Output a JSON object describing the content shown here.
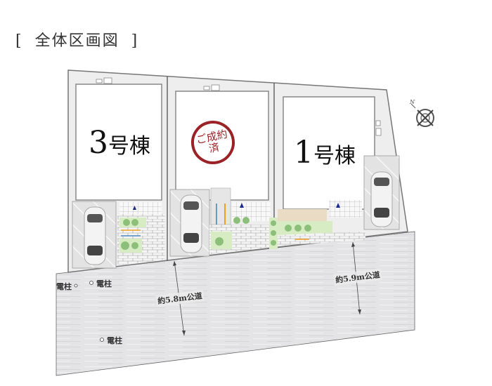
{
  "title": {
    "open_bracket": "[",
    "text": "全体区画図",
    "close_bracket": "]"
  },
  "lots": [
    {
      "id": "3",
      "number": "3",
      "suffix": "号棟",
      "status": "available"
    },
    {
      "id": "2",
      "number": "",
      "suffix": "",
      "status": "sold",
      "stamp_line1": "ご成約",
      "stamp_line2": "済"
    },
    {
      "id": "1",
      "number": "1",
      "suffix": "号棟",
      "status": "available"
    }
  ],
  "road": {
    "width_left": "約5.8m公道",
    "width_right": "約5.9m公道"
  },
  "utility_poles": [
    {
      "label": "電柱",
      "position": "left-edge"
    },
    {
      "label": "電柱",
      "position": "top-left"
    },
    {
      "label": "電柱",
      "position": "bottom-left"
    }
  ],
  "compass": {
    "north_label": "N",
    "icon": "compass-icon"
  },
  "colors": {
    "stamp_red": "#9b2226",
    "lawn_green": "#d8ecc4",
    "tree_green": "#8cc07a",
    "road_gray": "#e2e2e2",
    "paving_gray": "#d4d4d4",
    "entrance_marker_blue": "#1a2a8c",
    "bicycle_orange": "#f0a020"
  }
}
